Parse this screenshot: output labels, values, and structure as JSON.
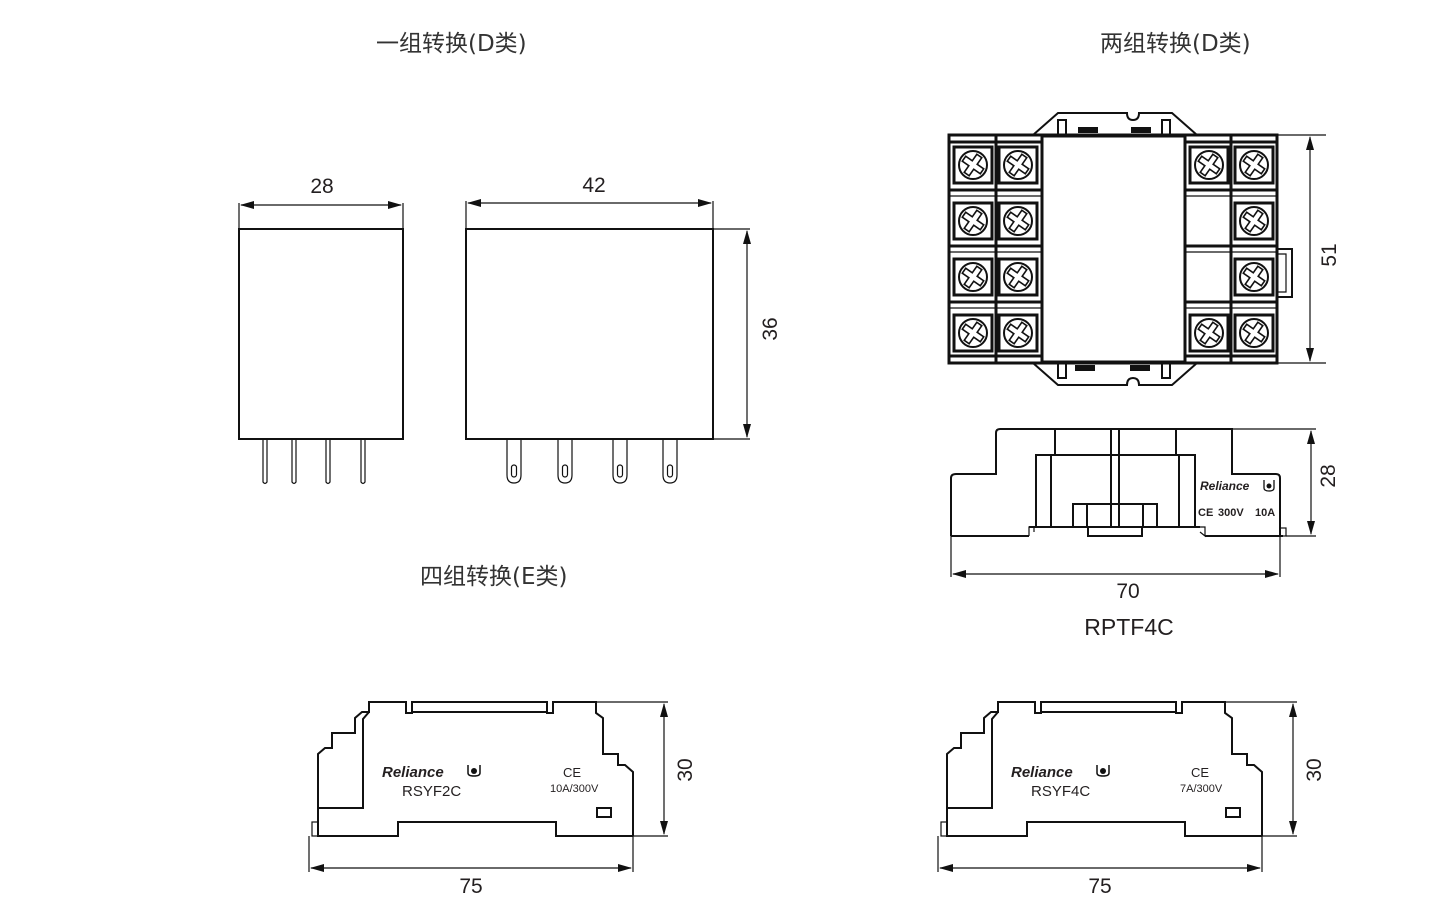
{
  "titles": {
    "one_group": "一组转换(D类)",
    "two_group": "两组转换(D类)",
    "four_group": "四组转换(E类)",
    "rptf4c_model": "RPTF4C"
  },
  "relay_d": {
    "side_width": "28",
    "front_width": "42",
    "height": "36",
    "side_pin_count": 4,
    "front_pin_count": 4
  },
  "socket_rptf4c": {
    "height": "51",
    "side_height": "28",
    "length": "70",
    "brand": "Reliance",
    "ce_mark": "CE",
    "voltage": "300V",
    "current": "10A",
    "terminal_rows": 4,
    "left_terminal_columns": 2,
    "right_terminals": [
      [
        true,
        true
      ],
      [
        false,
        true
      ],
      [
        false,
        true
      ],
      [
        true,
        true
      ]
    ]
  },
  "socket_rsyf2c": {
    "brand": "Reliance",
    "model": "RSYF2C",
    "ce_mark": "CE",
    "rating": "10A/300V",
    "height": "30",
    "length": "75"
  },
  "socket_rsyf4c": {
    "brand": "Reliance",
    "model": "RSYF4C",
    "ce_mark": "CE",
    "rating": "7A/300V",
    "height": "30",
    "length": "75"
  },
  "icons": {
    "cert": "UL-recognized-mark",
    "arrow": "dimension-arrowhead"
  }
}
